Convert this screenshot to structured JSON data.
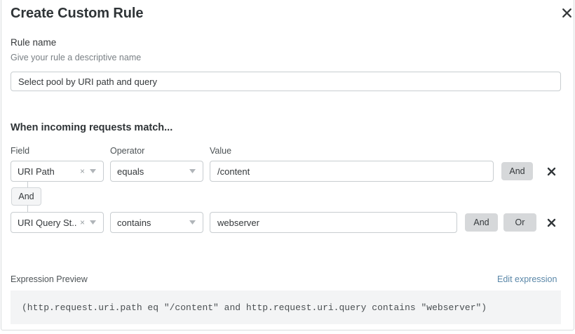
{
  "dialog": {
    "title": "Create Custom Rule",
    "close_icon": "close-icon"
  },
  "rule_name": {
    "label": "Rule name",
    "help_text": "Give your rule a descriptive name",
    "value": "Select pool by URI path and query",
    "placeholder": "Rule name"
  },
  "match_section": {
    "heading": "When incoming requests match...",
    "columns": {
      "field": "Field",
      "operator": "Operator",
      "value": "Value"
    },
    "connector_badge": "And",
    "rows": [
      {
        "field": "URI Path",
        "field_clear_icon": "clear-icon",
        "field_caret_icon": "chevron-down-icon",
        "operator": "equals",
        "operator_caret_icon": "chevron-down-icon",
        "value": "/content",
        "value_placeholder": "Value",
        "and_label": "And",
        "remove_icon": "close-icon"
      },
      {
        "field": "URI Query St...",
        "field_clear_icon": "clear-icon",
        "field_caret_icon": "chevron-down-icon",
        "operator": "contains",
        "operator_caret_icon": "chevron-down-icon",
        "value": "webserver",
        "value_placeholder": "Value",
        "and_label": "And",
        "or_label": "Or",
        "remove_icon": "close-icon"
      }
    ]
  },
  "expression_preview": {
    "label": "Expression Preview",
    "edit_link": "Edit expression",
    "expression": "(http.request.uri.path eq \"/content\" and http.request.uri.query contains \"webserver\")"
  },
  "colors": {
    "link": "#5a87a8",
    "button_active": "#d6d8da",
    "border": "#c8cdd0",
    "preview_bg": "#f3f4f5"
  }
}
